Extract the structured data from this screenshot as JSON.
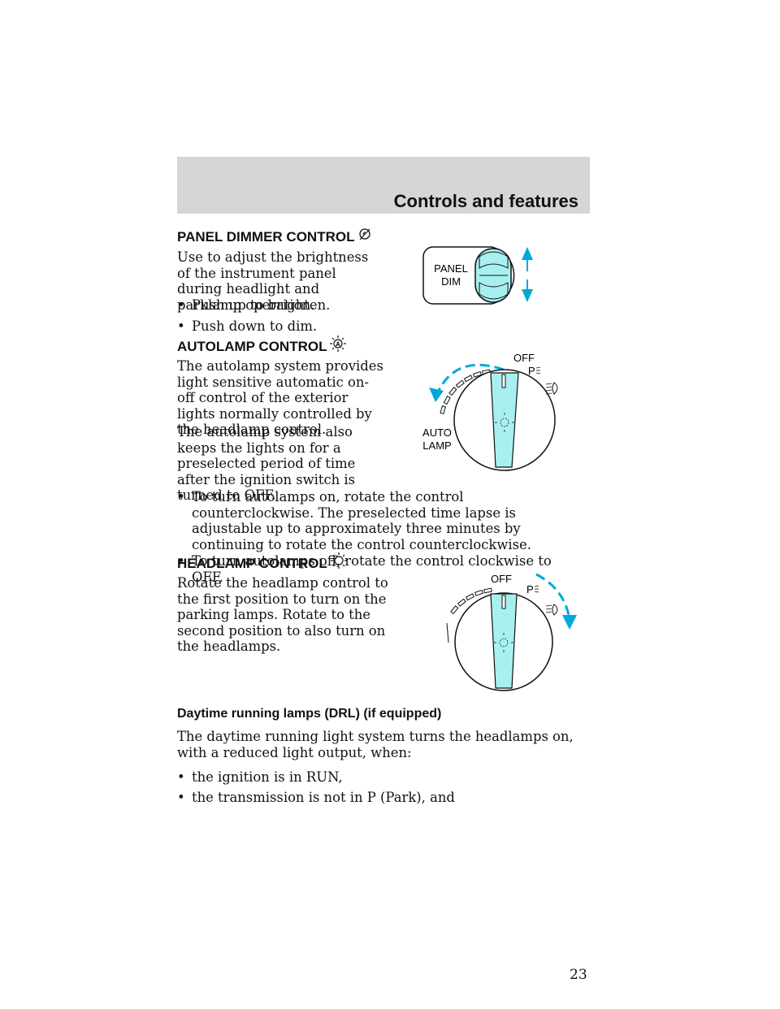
{
  "header": {
    "title": "Controls and features"
  },
  "panel_dimmer": {
    "heading": "PANEL DIMMER CONTROL",
    "icon": "panel-dimmer-icon",
    "text": "Use to adjust the brightness of the instrument panel during headlight and parklamp operation.",
    "bullets": [
      "Push up to brighten.",
      "Push down to dim."
    ],
    "figure_label_line1": "PANEL",
    "figure_label_line2": "DIM"
  },
  "autolamp": {
    "heading": "AUTOLAMP CONTROL",
    "icon": "autolamp-icon",
    "text1": "The autolamp system provides light sensitive automatic on-off control of the exterior lights normally controlled by the headlamp control.",
    "text2": "The autolamp system also keeps the lights on for a preselected period of time after the ignition switch is turned to OFF.",
    "bullets": [
      "To turn autolamps on, rotate the control counterclockwise. The preselected time lapse is adjustable up to approximately three minutes by continuing to rotate the control counterclockwise.",
      "To turn autolamps off, rotate the control clockwise to OFF."
    ],
    "figure_off": "OFF",
    "figure_p": "P",
    "figure_auto_line1": "AUTO",
    "figure_auto_line2": "LAMP"
  },
  "headlamp": {
    "heading": "HEADLAMP CONTROL",
    "icon": "headlamp-icon",
    "text": "Rotate the headlamp control to the first position to turn on the parking lamps. Rotate to the second position to also turn on the headlamps.",
    "figure_off": "OFF",
    "figure_p": "P"
  },
  "drl": {
    "heading": "Daytime running lamps (DRL) (if equipped)",
    "text": "The daytime running light system turns the headlamps on, with a reduced light output, when:",
    "bullets": [
      "the ignition is in RUN,",
      "the transmission is not in P (Park), and"
    ]
  },
  "page_number": "23",
  "colors": {
    "knob_fill": "#a8f0f0",
    "header_band": "#d6d6d6"
  }
}
